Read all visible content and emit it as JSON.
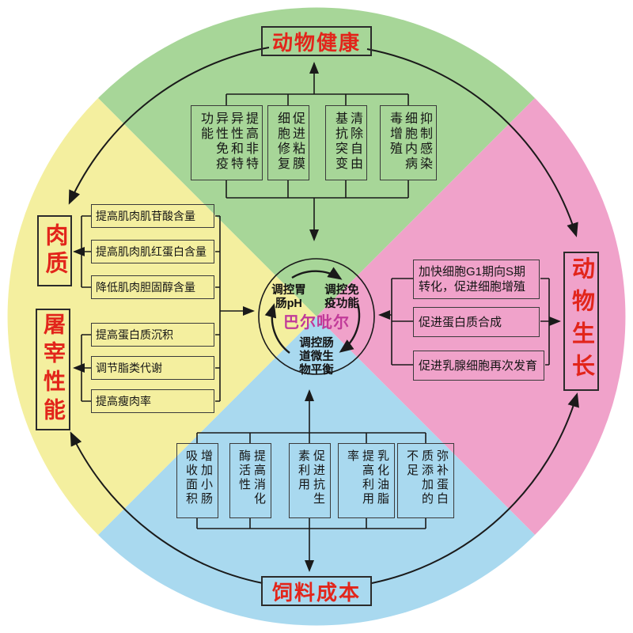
{
  "center": {
    "name": "巴尔吡尔",
    "functions": [
      "调控胃肠pH",
      "调控免疫功能",
      "调控肠道微生物平衡"
    ]
  },
  "quadrants": {
    "health": {
      "label": "动物健康",
      "color": "#a7d698",
      "boxes": [
        "提高非特异性和特异性免疫功能",
        "促进粘膜细胞修复",
        "清除自由基抗突变",
        "抑制感染细胞内病毒增殖"
      ]
    },
    "growth": {
      "label": "动物生长",
      "color": "#f0a2ca",
      "boxes": [
        "加快细胞G1期向S期转化，促进细胞增殖",
        "促进蛋白质合成",
        "促进乳腺细胞再次发育"
      ]
    },
    "feed": {
      "label": "饲料成本",
      "color": "#a9d9ef",
      "boxes": [
        "增加小肠吸收面积",
        "提高消化酶活性",
        "促进抗生素利用",
        "乳化油脂提高利用率",
        "弥补蛋白质添加的不足"
      ]
    },
    "meat": {
      "label": "肉质",
      "color": "#f4ef9f",
      "boxes": [
        "提高肌肉肌苷酸含量",
        "提高肌肉肌红蛋白含量",
        "降低肌肉胆固醇含量"
      ]
    },
    "carcass": {
      "label": "屠宰性能",
      "boxes": [
        "提高蛋白质沉积",
        "调节脂类代谢",
        "提高瘦肉率"
      ]
    }
  },
  "palette": {
    "label_red": "#e2251b",
    "center_name_magenta": "#c13a99",
    "line_black": "#1a1a1a"
  }
}
